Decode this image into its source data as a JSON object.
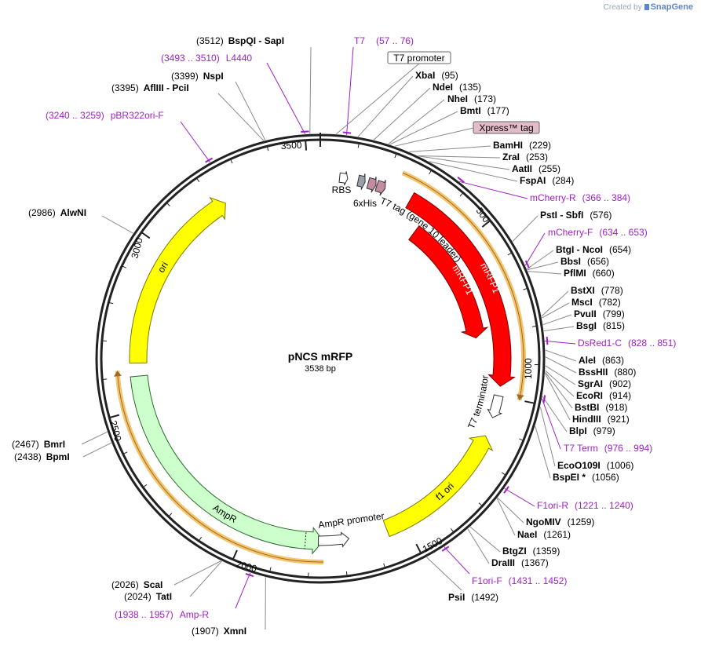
{
  "branding": {
    "created_by": "Created by",
    "app_name": "SnapGene"
  },
  "plasmid": {
    "name": "pNCS mRFP",
    "size_label": "3538 bp",
    "length_bp": 3538
  },
  "ticks": [
    "500",
    "1000",
    "1500",
    "2000",
    "2500",
    "3000",
    "3500"
  ],
  "sites": [
    {
      "name": "BspQI  -  SapI",
      "pos": "(3512)"
    },
    {
      "name": "NspI",
      "pos": "(3399)"
    },
    {
      "name": "AflIII  -  PciI",
      "pos": "(3395)"
    },
    {
      "name": "AlwNI",
      "pos": "(2986)"
    },
    {
      "name": "BmrI",
      "pos": "(2467)"
    },
    {
      "name": "BpmI",
      "pos": "(2438)"
    },
    {
      "name": "ScaI",
      "pos": "(2026)"
    },
    {
      "name": "TatI",
      "pos": "(2024)"
    },
    {
      "name": "XmnI",
      "pos": "(1907)"
    },
    {
      "name": "XbaI",
      "pos": "(95)"
    },
    {
      "name": "NdeI",
      "pos": "(135)"
    },
    {
      "name": "NheI",
      "pos": "(173)"
    },
    {
      "name": "BmtI",
      "pos": "(177)"
    },
    {
      "name": "BamHI",
      "pos": "(229)"
    },
    {
      "name": "ZraI",
      "pos": "(253)"
    },
    {
      "name": "AatII",
      "pos": "(255)"
    },
    {
      "name": "FspAI",
      "pos": "(284)"
    },
    {
      "name": "PstI  -  SbfI",
      "pos": "(576)"
    },
    {
      "name": "BtgI  -  NcoI",
      "pos": "(654)"
    },
    {
      "name": "BbsI",
      "pos": "(656)"
    },
    {
      "name": "PflMI",
      "pos": "(660)"
    },
    {
      "name": "BstXI",
      "pos": "(778)"
    },
    {
      "name": "MscI",
      "pos": "(782)"
    },
    {
      "name": "PvuII",
      "pos": "(799)"
    },
    {
      "name": "BsgI",
      "pos": "(815)"
    },
    {
      "name": "AleI",
      "pos": "(863)"
    },
    {
      "name": "BssHII",
      "pos": "(880)"
    },
    {
      "name": "SgrAI",
      "pos": "(902)"
    },
    {
      "name": "EcoRI",
      "pos": "(914)"
    },
    {
      "name": "BstBI",
      "pos": "(918)"
    },
    {
      "name": "HindIII",
      "pos": "(921)"
    },
    {
      "name": "BlpI",
      "pos": "(979)"
    },
    {
      "name": "EcoO109I",
      "pos": "(1006)"
    },
    {
      "name": "BspEI *",
      "pos": "(1056)"
    },
    {
      "name": "NgoMIV",
      "pos": "(1259)"
    },
    {
      "name": "NaeI",
      "pos": "(1261)"
    },
    {
      "name": "BtgZI",
      "pos": "(1359)"
    },
    {
      "name": "DraIII",
      "pos": "(1367)"
    },
    {
      "name": "PsiI",
      "pos": "(1492)"
    }
  ],
  "primers": [
    {
      "name": "T7",
      "range": "(57 .. 76)"
    },
    {
      "name": "L4440",
      "range": "(3493 .. 3510)"
    },
    {
      "name": "pBR322ori-F",
      "range": "(3240 .. 3259)"
    },
    {
      "name": "mCherry-R",
      "range": "(366 .. 384)"
    },
    {
      "name": "mCherry-F",
      "range": "(634 .. 653)"
    },
    {
      "name": "DsRed1-C",
      "range": "(828 .. 851)"
    },
    {
      "name": "T7 Term",
      "range": "(976 .. 994)"
    },
    {
      "name": "F1ori-R",
      "range": "(1221 .. 1240)"
    },
    {
      "name": "F1ori-F",
      "range": "(1431 .. 1452)"
    },
    {
      "name": "Amp-R",
      "range": "(1938 .. 1957)"
    }
  ],
  "features": {
    "t7_promoter": "T7 promoter",
    "xpress_tag": "Xpress™ tag",
    "rbs": "RBS",
    "his_tag": "6xHis",
    "t7_tag": "T7 tag (gene 10 leader)",
    "mrfp1_outer": "mRFP1",
    "mrfp1_inner": "mRFP1",
    "t7_terminator": "T7 terminator",
    "f1_ori": "f1 ori",
    "ampr_promoter": "AmpR promoter",
    "ampr": "AmpR",
    "ori": "ori"
  },
  "colors": {
    "mrfp1": "#ff0000",
    "ori": "#ffff00",
    "ampr": "#ccffcc",
    "primer": "#a020c8",
    "orf_highlight": "#f5c46a",
    "tag": "#c48ca0"
  }
}
